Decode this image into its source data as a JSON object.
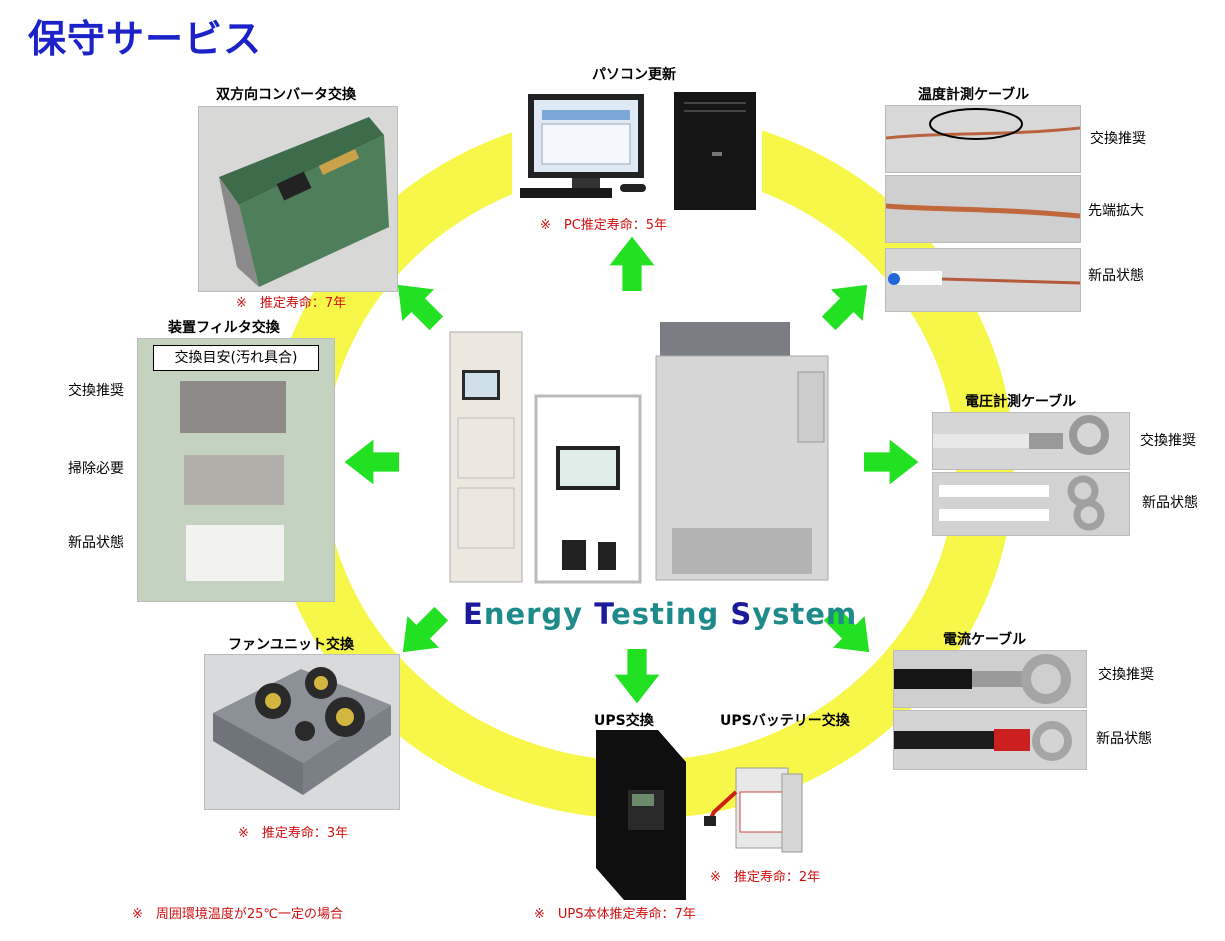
{
  "page": {
    "title": "保守サービス"
  },
  "center": {
    "system_name": {
      "part1": "E",
      "part2": "nergy ",
      "part3": "T",
      "part4": "esting ",
      "part5": "S",
      "part6": "ystem"
    }
  },
  "sections": {
    "pc": {
      "title": "パソコン更新",
      "note": "※　PC推定寿命：5年"
    },
    "converter": {
      "title": "双方向コンバータ交換",
      "note": "※　推定寿命：7年"
    },
    "filter": {
      "title": "装置フィルタ交換",
      "box_label": "交換目安(汚れ具合)",
      "labels": [
        "交換推奨",
        "掃除必要",
        "新品状態"
      ]
    },
    "fan": {
      "title": "ファンユニット交換",
      "note": "※　推定寿命：3年"
    },
    "ups": {
      "title": "UPS交換",
      "note": "※　UPS本体推定寿命：7年"
    },
    "ups_battery": {
      "title": "UPSバッテリー交換",
      "note": "※　推定寿命：2年"
    },
    "temp_cable": {
      "title": "温度計測ケーブル",
      "labels": [
        "交換推奨",
        "先端拡大",
        "新品状態"
      ]
    },
    "volt_cable": {
      "title": "電圧計測ケーブル",
      "labels": [
        "交換推奨",
        "新品状態"
      ]
    },
    "current_cable": {
      "title": "電流ケーブル",
      "labels": [
        "交換推奨",
        "新品状態"
      ]
    }
  },
  "footnote": "※　周囲環境温度が25℃一定の場合",
  "colors": {
    "ring": "#f7f74a",
    "arrow": "#22e022",
    "title": "#1a22c8",
    "note": "#d01010"
  }
}
